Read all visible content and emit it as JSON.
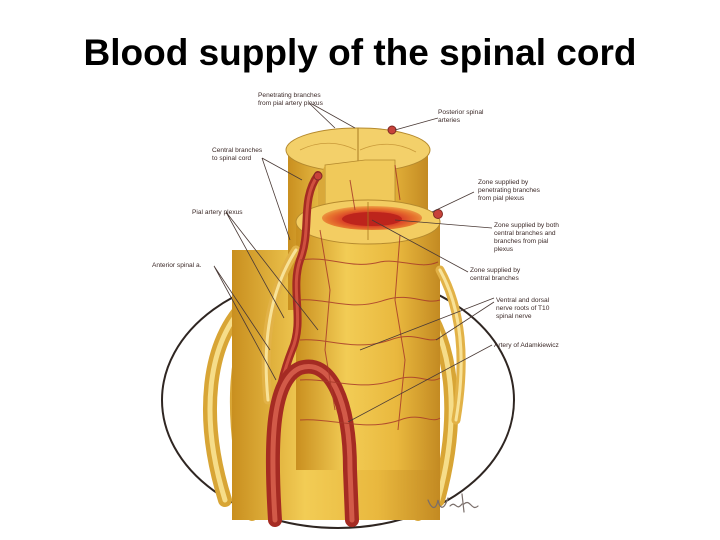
{
  "title": "Blood supply of the spinal cord",
  "labels": {
    "penetrating_1": "Penetrating branches",
    "penetrating_2": "from pial artery plexus",
    "posterior_1": "Posterior spinal",
    "posterior_2": "arteries",
    "central_1": "Central branches",
    "central_2": "to spinal cord",
    "zone_pial_1": "Zone supplied by",
    "zone_pial_2": "penetrating branches",
    "zone_pial_3": "from pial plexus",
    "pial_plexus": "Pial artery plexus",
    "zone_both_1": "Zone supplied by both",
    "zone_both_2": "central branches and",
    "zone_both_3": "branches from pial",
    "zone_both_4": "plexus",
    "anterior_spinal": "Anterior spinal a.",
    "zone_central_1": "Zone supplied by",
    "zone_central_2": "central branches",
    "roots_1": "Ventral and dorsal",
    "roots_2": "nerve roots of T10",
    "roots_3": "spinal nerve",
    "adamkiewicz": "Artery of Adamkiewicz"
  },
  "signature": "Wehr",
  "colors": {
    "cord": "#e8b83c",
    "artery": "#b5352b",
    "zone_core": "#c62a22",
    "zone_mid": "#e2742f",
    "zone_outer": "#eeb253"
  }
}
